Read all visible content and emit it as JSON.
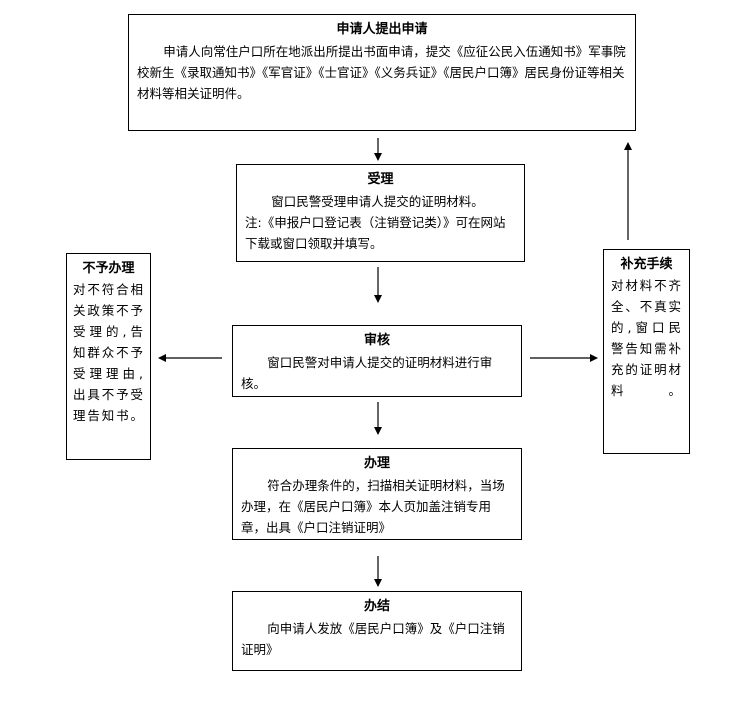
{
  "colors": {
    "line": "#000000",
    "background": "#ffffff"
  },
  "steps": {
    "apply": {
      "title": "申请人提出申请",
      "body": "申请人向常住户口所在地派出所提出书面申请，提交《应征公民入伍通知书》军事院校新生《录取通知书》《军官证》《士官证》《义务兵证》《居民户口簿》居民身份证等相关材料等相关证明件。"
    },
    "accept": {
      "title": "受理",
      "body": "窗口民警受理申请人提交的证明材料。",
      "note": "注:《申报户口登记表（注销登记类）》可在网站下载或窗口领取并填写。"
    },
    "review": {
      "title": "审核",
      "body": "窗口民警对申请人提交的证明材料进行审核。"
    },
    "process": {
      "title": "办理",
      "body": "符合办理条件的，扫描相关证明材料，当场办理，在《居民户口簿》本人页加盖注销专用章，出具《户口注销证明》"
    },
    "finish": {
      "title": "办结",
      "body": "向申请人发放《居民户口簿》及《户口注销证明》"
    }
  },
  "branches": {
    "reject": {
      "title": "不予办理",
      "body": "对不符合相关政策不予受理的,告知群众不予受理理由,出具不予受理告知书。"
    },
    "supplement": {
      "title": "补充手续",
      "body": "对材料不齐全、不真实的,窗口民警告知需补充的证明材料。"
    }
  }
}
